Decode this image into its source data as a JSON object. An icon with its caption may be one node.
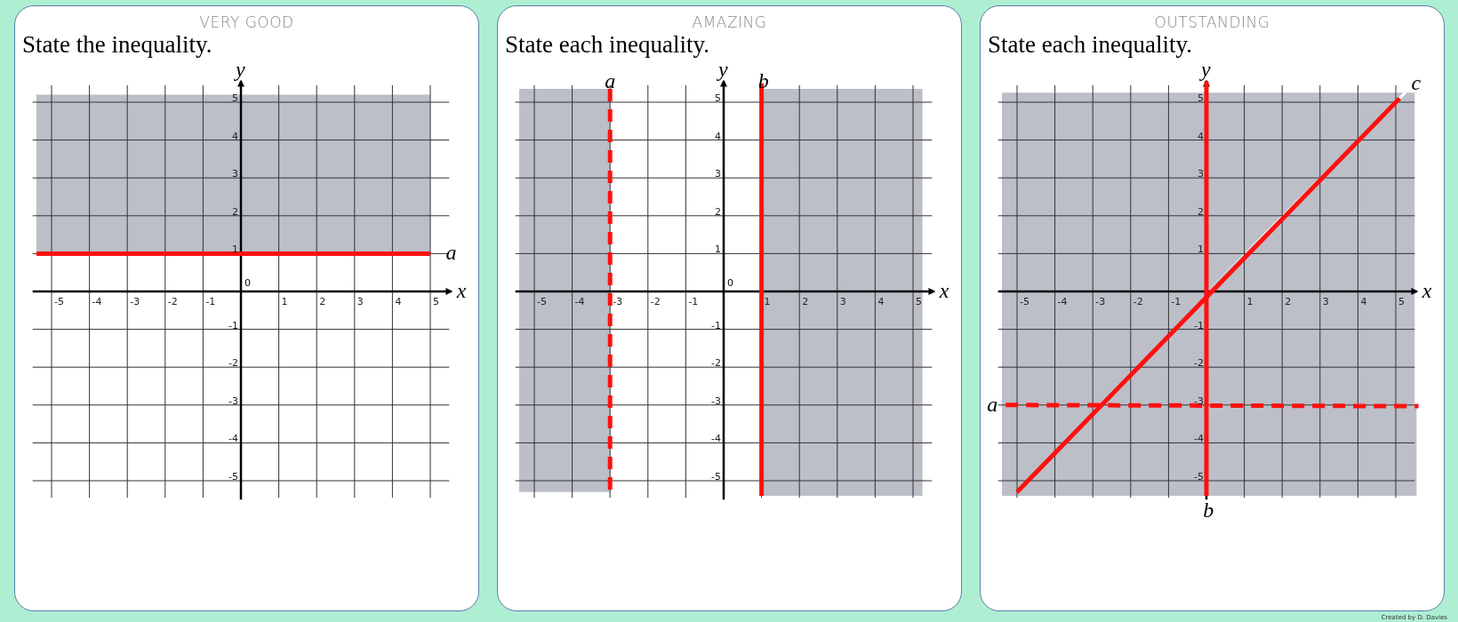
{
  "diagram": {
    "nodes": [
      {
        "text": [
          "VERY GOOD",
          "State the inequality."
        ]
      },
      {
        "text": [
          "AMAZING",
          "State each inequality."
        ]
      },
      {
        "text": [
          "OUTSTANDING",
          "State each inequality."
        ]
      }
    ],
    "labels": [
      "a",
      "y",
      "x",
      "-5",
      "-4",
      "-3",
      "-2",
      "-1",
      "1",
      "2",
      "3",
      "4",
      "5",
      "0",
      "5",
      "4",
      "3",
      "2",
      "1",
      "-1",
      "-2",
      "-3",
      "-4",
      "-5",
      "a",
      "b",
      "y",
      "x",
      "-5",
      "-4",
      "-3",
      "-2",
      "-1",
      "1",
      "2",
      "3",
      "4",
      "5",
      "0",
      "5",
      "4",
      "3",
      "2",
      "1",
      "-1",
      "-2",
      "-3",
      "-4",
      "-5",
      "a",
      "b",
      "c",
      "y",
      "x",
      "-5",
      "-4",
      "-3",
      "-2",
      "-1",
      "1",
      "2",
      "3",
      "4",
      "5",
      "5",
      "4",
      "3",
      "2",
      "1",
      "-1",
      "-2",
      "-3",
      "-4",
      "-5",
      "Created by D. Davies"
    ]
  }
}
